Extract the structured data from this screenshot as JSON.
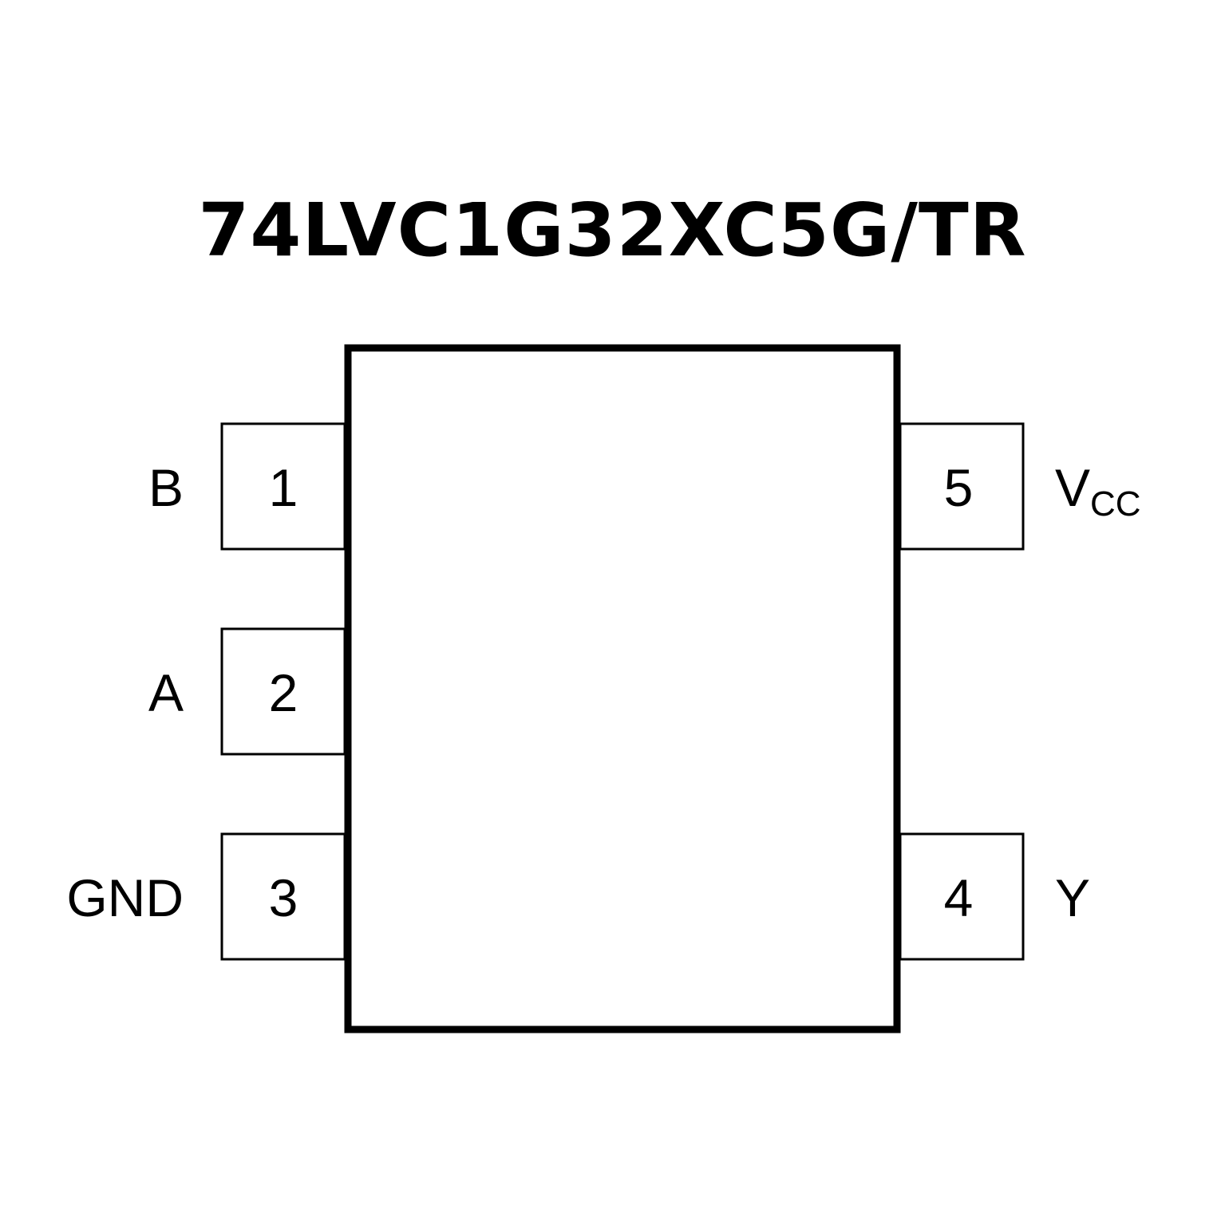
{
  "title": "74LVC1G32XC5G/TR",
  "pins": [
    {
      "number": "1",
      "name": "B",
      "side": "left"
    },
    {
      "number": "2",
      "name": "A",
      "side": "left"
    },
    {
      "number": "3",
      "name": "GND",
      "side": "left"
    },
    {
      "number": "4",
      "name": "Y",
      "side": "right"
    },
    {
      "number": "5",
      "name": "V",
      "name_sub": "CC",
      "side": "right"
    }
  ]
}
